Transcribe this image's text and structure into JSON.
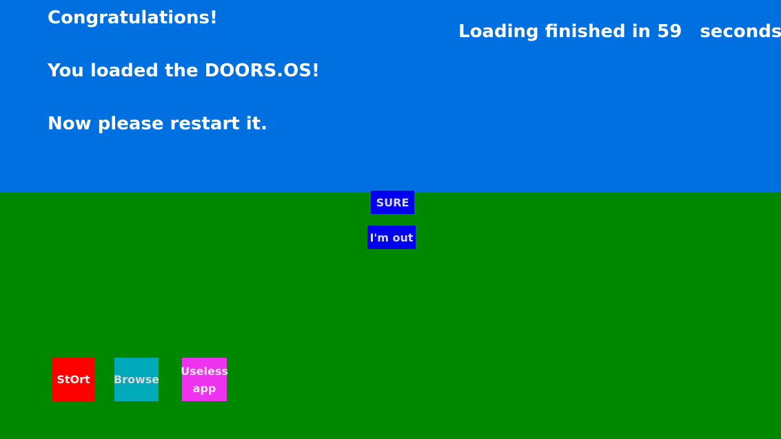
{
  "message": {
    "line1": "Congratulations!",
    "line2": "You loaded the DOORS.OS!",
    "line3": "Now please restart it."
  },
  "loading": {
    "prefix": "Loading finished in",
    "seconds_value": "59",
    "suffix": "seconds"
  },
  "buttons": {
    "sure_label": "SURE",
    "out_label": "I'm out"
  },
  "apps": {
    "start_label": "StOrt",
    "browse_label": "Browse",
    "useless_label": "Useless app"
  },
  "colors": {
    "sky": "#0070e0",
    "ground": "#008800",
    "button_blue": "#0000ee",
    "start": "#ff0000",
    "browse": "#00aabb",
    "useless": "#ee33ee"
  }
}
